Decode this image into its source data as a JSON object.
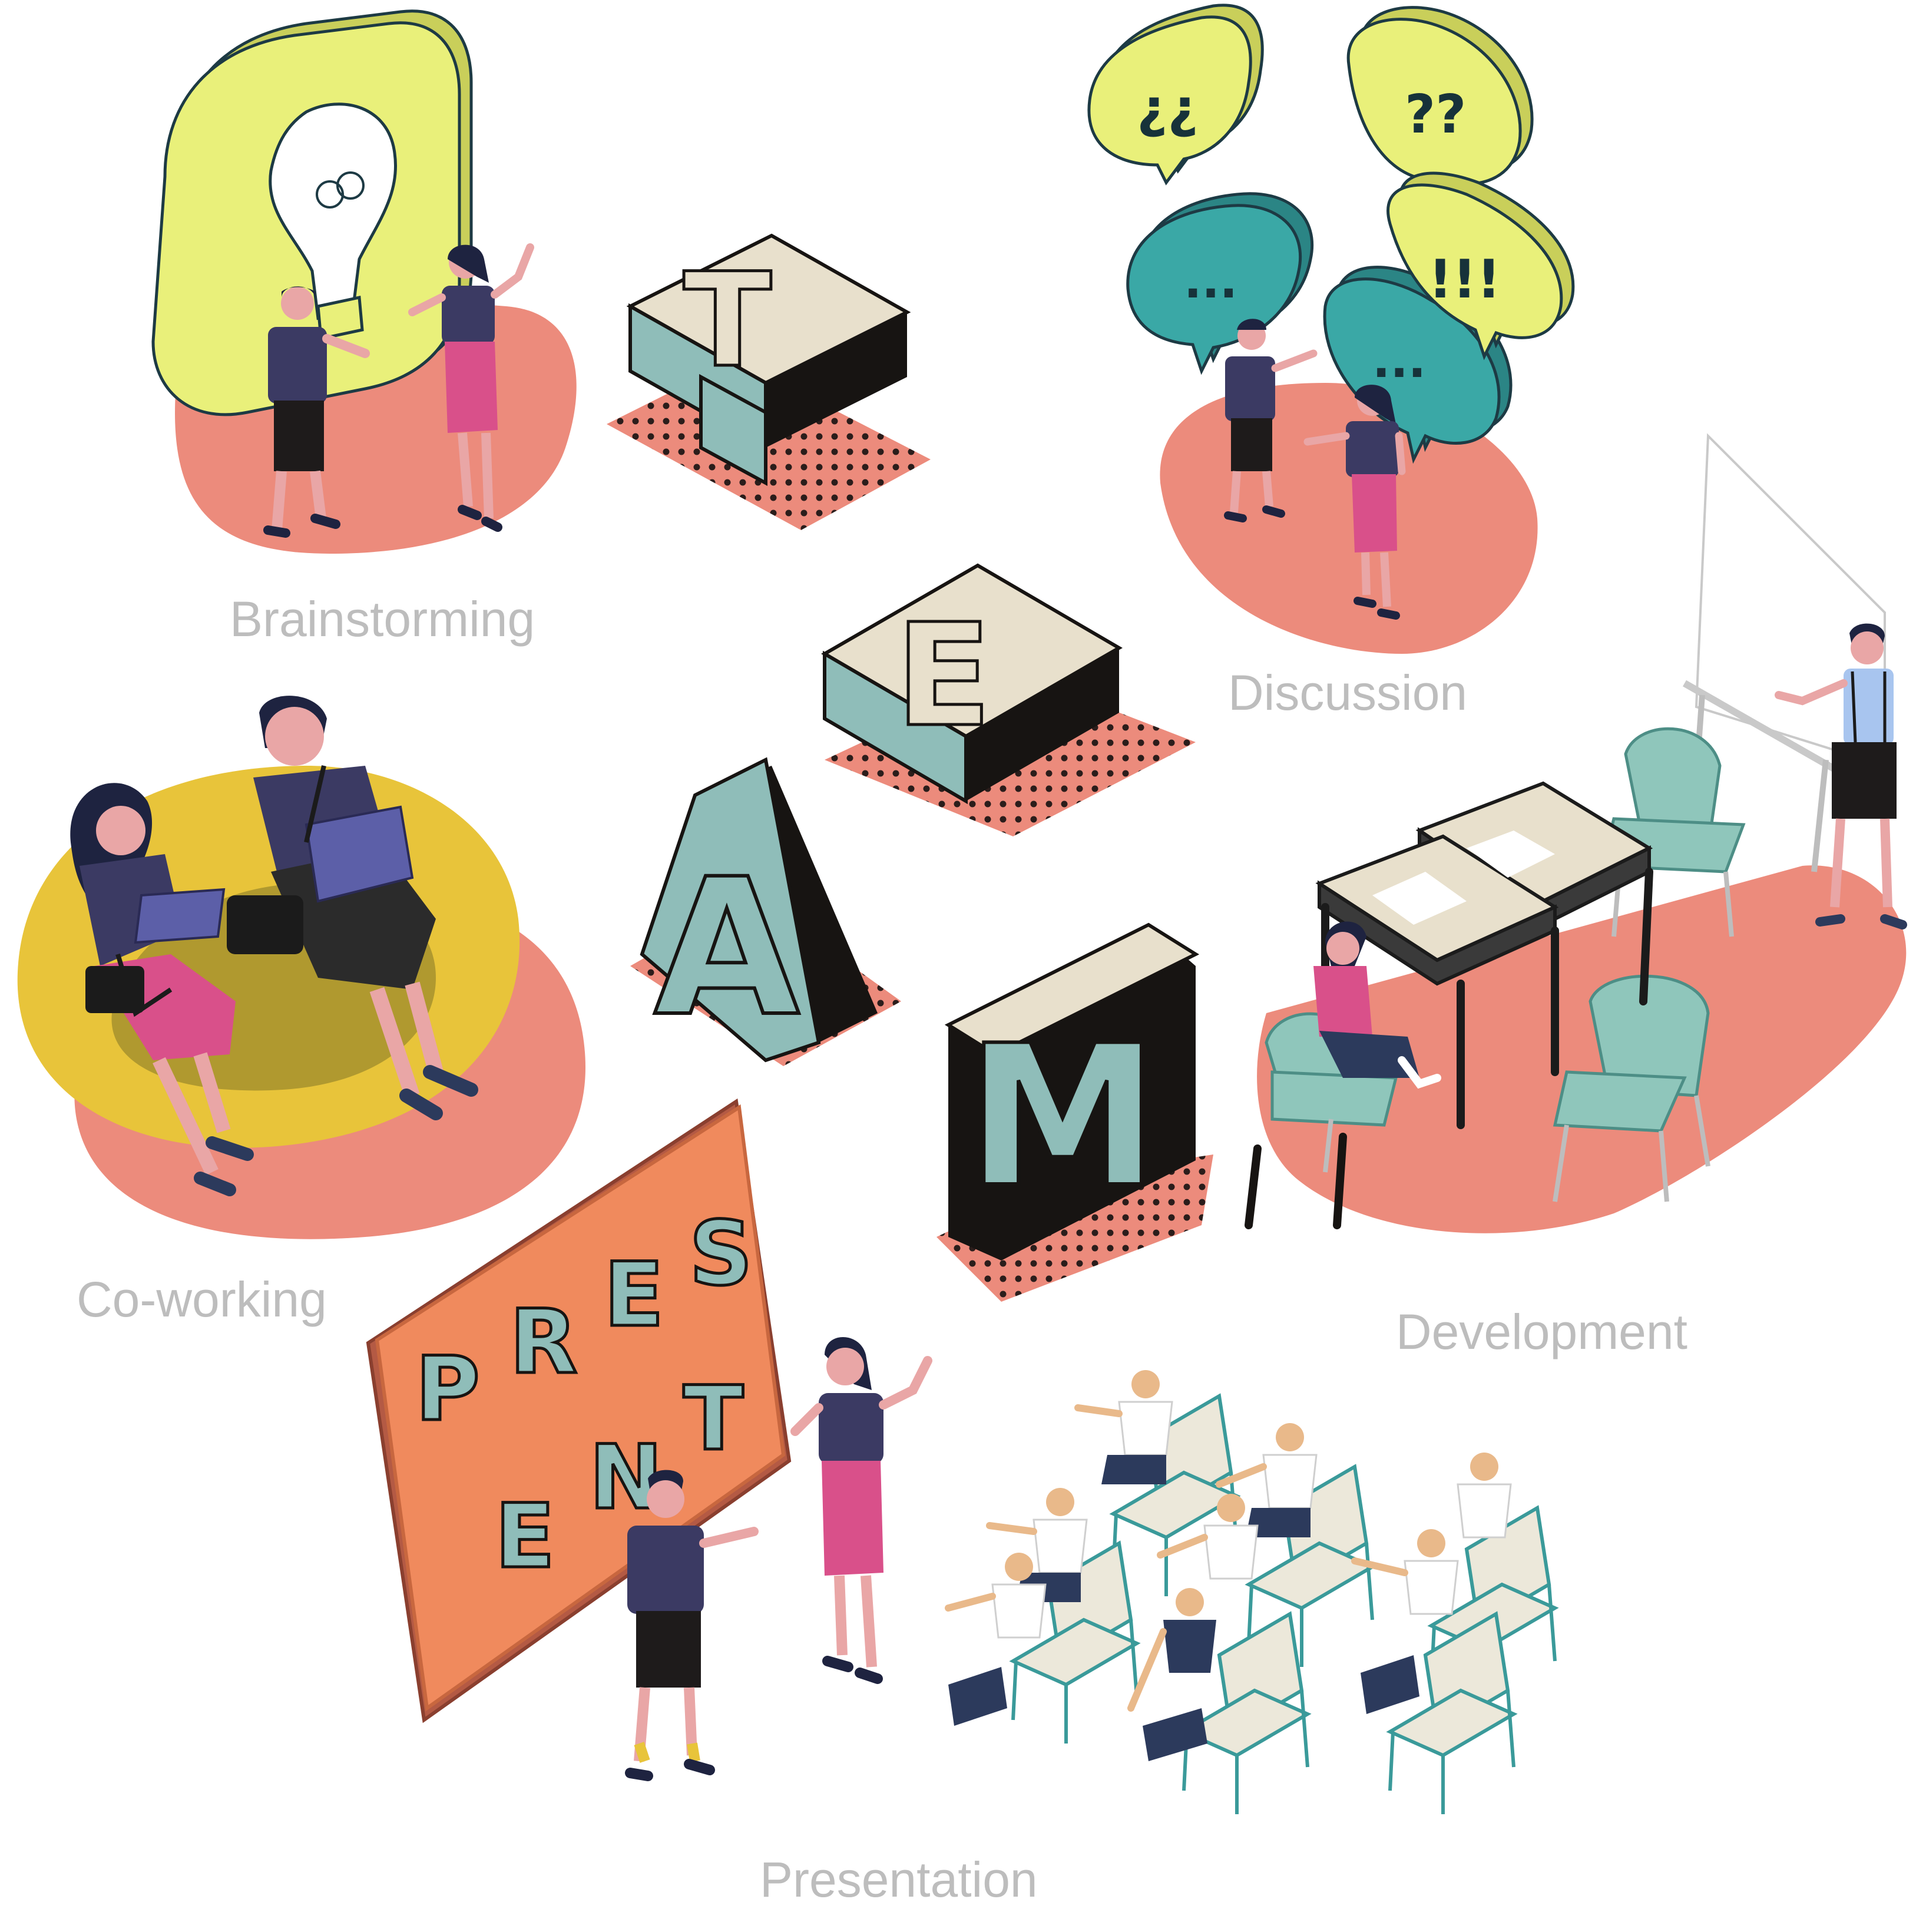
{
  "title_letters": [
    "T",
    "E",
    "A",
    "M"
  ],
  "sections": {
    "brainstorming": "Brainstorming",
    "discussion": "Discussion",
    "coworking": "Co-working",
    "development": "Development",
    "presentation": "Presentation"
  },
  "board_letters": [
    "P",
    "R",
    "E",
    "S",
    "E",
    "N",
    "T"
  ],
  "bubbles": [
    "¿¿",
    "??",
    "...",
    "...",
    "!!!"
  ],
  "colors": {
    "salmon": "#ec8b7c",
    "teal_letter": "#8fbdb9",
    "cream": "#e8e0cc",
    "dark": "#171412",
    "bubble_yellow": "#e9f07a",
    "bubble_teal": "#3aa8a6",
    "navy": "#3b3a63",
    "pink": "#d9508a",
    "mustard": "#e8c43a",
    "board_orange": "#f08a5d",
    "chair_teal": "#8fc6bb"
  },
  "icons": [
    "lightbulb-icon",
    "speech-bubble-icon",
    "chair-icon",
    "desk-icon",
    "whiteboard-icon"
  ]
}
